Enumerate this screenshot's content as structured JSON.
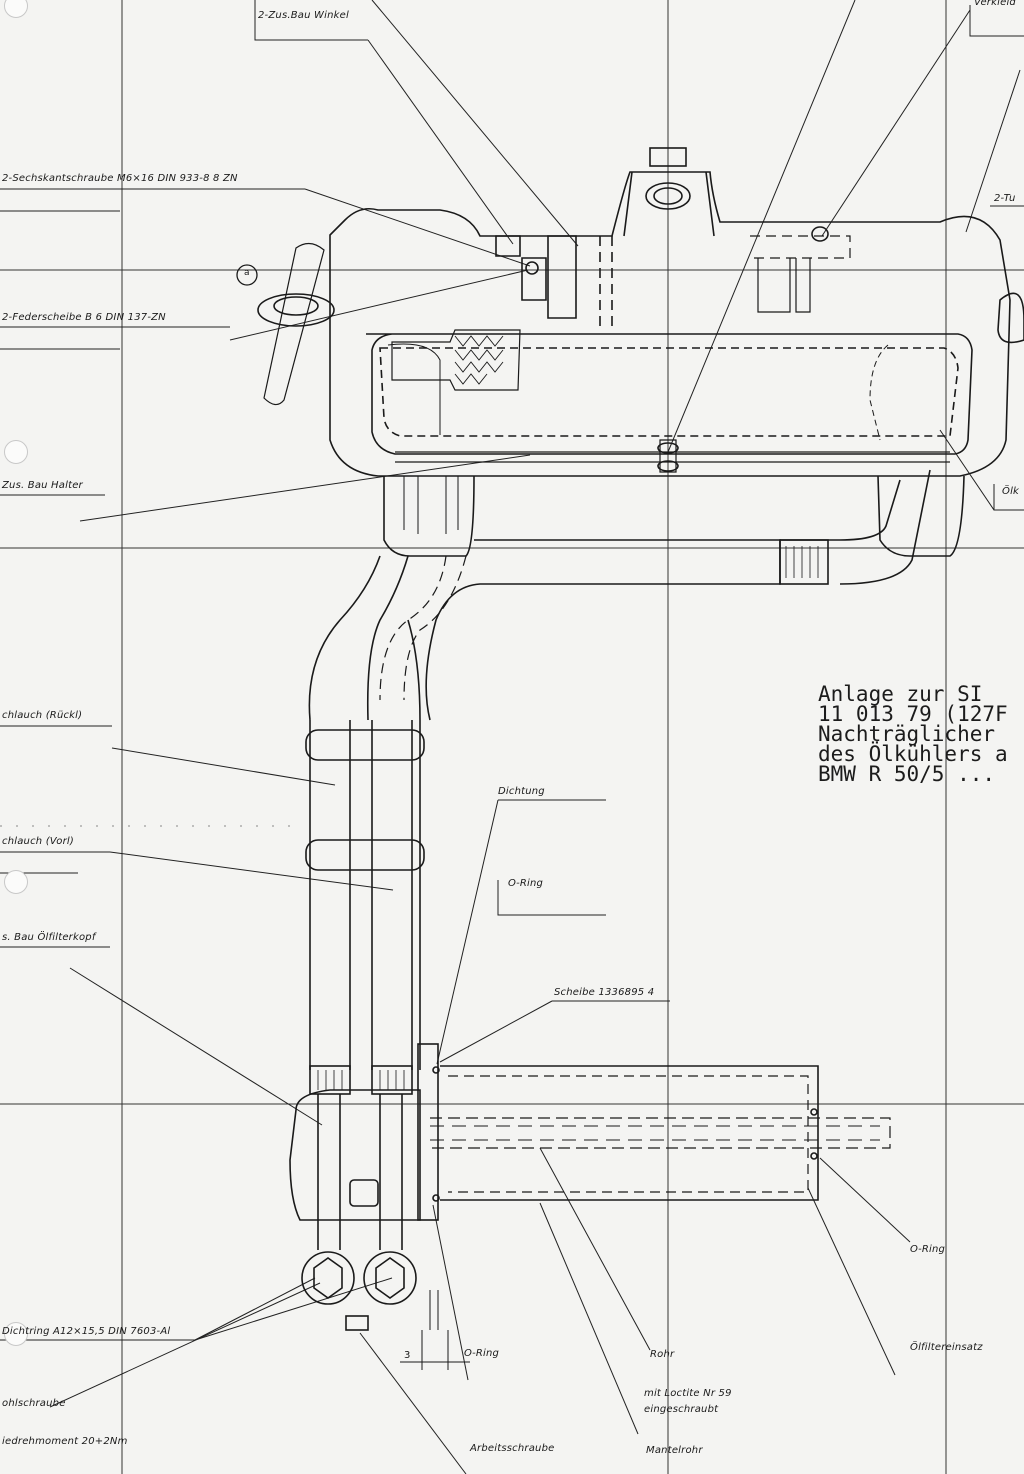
{
  "labels": {
    "zus_bau_winkel": "2-Zus.Bau Winkel",
    "verkleidung": "Verkleid",
    "sechskantschraube": "2-Sechskantschraube  M6×16 DIN 933-8 8 ZN",
    "tu": "2-Tu",
    "marker_a": "a",
    "federscheibe": "2-Federscheibe  B 6  DIN 137-ZN",
    "zus_bau_halter": "Zus. Bau Halter",
    "oelk": "Ölk",
    "schlauch_rueckl": "chlauch (Rückl)",
    "dichtung": "Dichtung",
    "schlauch_vorl": "chlauch  (Vorl)",
    "o_ring_upper": "O-Ring",
    "zus_bau_oelfilterkopf": "s. Bau Ölfilterkopf",
    "scheibe": "Scheibe 1336895 4",
    "o_ring_right": "O-Ring",
    "dichtring": "Dichtring  A12×15,5 DIN 7603-Al",
    "o_ring_bottom": "O-Ring",
    "rohr": "Rohr",
    "oelfiltereinsatz": "Ölfiltereinsatz",
    "hohlschraube": "ohlschraube",
    "mit_loctite": "mit Loctite Nr 59",
    "eingeschraubt": "eingeschraubt",
    "anziehdrehmoment": "iedrehmoment  20+2Nm",
    "arbeitsschraube": "Arbeitsschraube",
    "mantelrohr": "Mantelrohr",
    "dim_3": "3"
  },
  "note": {
    "line1": "Anlage zur SI",
    "line2": "11 013 79 (127F",
    "line3": "Nachträglicher",
    "line4": "des Ölkühlers a",
    "line5": "BMW R 50/5 ..."
  }
}
